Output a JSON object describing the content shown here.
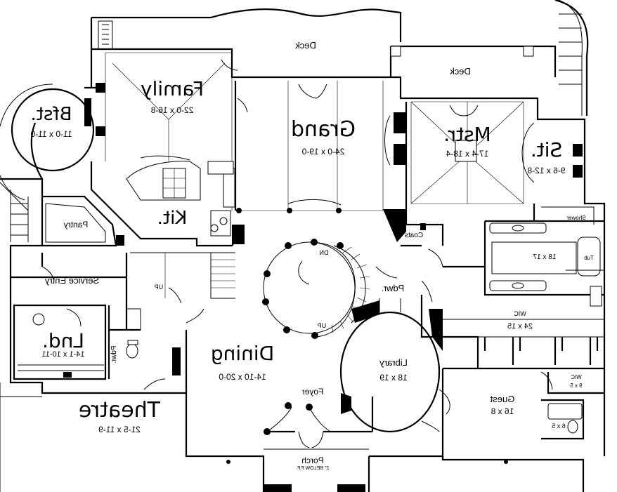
{
  "rooms": {
    "deck_left": "Deck",
    "deck_right": "Deck",
    "family": {
      "name": "Family",
      "size": "22-0 x 16-8"
    },
    "bfst": {
      "name": "Bfst.",
      "size": "11-0 x 11-0"
    },
    "grand": {
      "name": "Grand",
      "size": "24-0 x 19-0"
    },
    "mstr": {
      "name": "Mstr.",
      "size": "17-4 x 18-4"
    },
    "sit": {
      "name": "Sit.",
      "size": "9-6 x 12-8"
    },
    "kit": "Kit.",
    "pantry": "Pantry",
    "coats": "Coats",
    "shower": "Shower",
    "tub": "Tub",
    "bath": "18 x 17",
    "service_entry": "Service Entry",
    "up_stair": "UP",
    "dn": "DN",
    "up_spiral": "UP",
    "pdwr": "Pdwr.",
    "wic_master": {
      "name": "WIC",
      "size": "24 x 15"
    },
    "lnd": {
      "name": "Lnd.",
      "size": "14-1 x 10-11"
    },
    "pdwr_small": "Pdwr.",
    "dining": {
      "name": "Dining",
      "size": "14-10 x 20-0"
    },
    "library": {
      "name": "Library",
      "size": "18 x 19"
    },
    "foyer": "Foyer",
    "guest": {
      "name": "Guest",
      "size": "16 x 8"
    },
    "wic_guest": {
      "name": "WIC",
      "size": "9 x 5"
    },
    "guest_bath": "6 x 5",
    "theatre": {
      "name": "Theatre",
      "size": "21-5 x 11-9"
    },
    "porch": {
      "name": "Porch",
      "note": "2\" BELOW F.F."
    }
  }
}
